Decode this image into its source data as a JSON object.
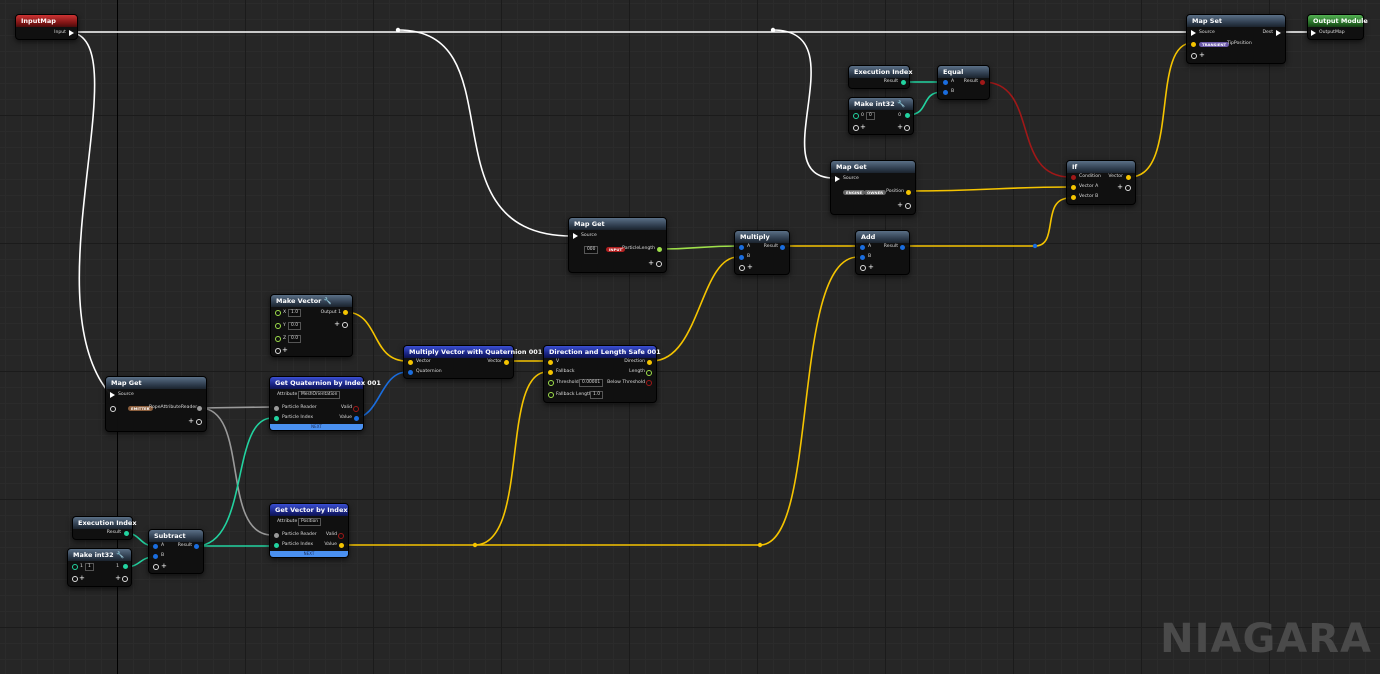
{
  "colors": {
    "exec_wire": "#ffffff",
    "vector_wire": "#f5c400",
    "int_wire": "#22d3a0",
    "float_wire": "#9fe04a",
    "bool_wire": "#a01818",
    "quat_wire": "#1a6dde",
    "attr_wire": "#9a9a9a"
  },
  "brand": "NIAGARA",
  "nodes": {
    "input_map": {
      "title": "InputMap",
      "out": "Input"
    },
    "output_module": {
      "title": "Output Module",
      "in": "OutputMap"
    },
    "map_set": {
      "title": "Map Set",
      "source": "Source",
      "dest": "Dest",
      "tag": "TRANSIENT",
      "pin": "TipPosition"
    },
    "map_get_top": {
      "title": "Map Get",
      "source": "Source",
      "tag1": "ENGINE",
      "tag2": "OWNER",
      "pin": "Position"
    },
    "map_get_mid": {
      "title": "Map Get",
      "source": "Source",
      "box": "000",
      "tag": "INPUT",
      "pin": "ParticleLength"
    },
    "map_get_left": {
      "title": "Map Get",
      "source": "Source",
      "tag": "EMITTER",
      "pin": "RopeAttributeReader"
    },
    "exec_index_top": {
      "title": "Execution Index",
      "result": "Result"
    },
    "make_int_top": {
      "title": "Make int32",
      "in": "0",
      "in_val": "0",
      "out": "0"
    },
    "equal": {
      "title": "Equal",
      "a": "A",
      "b": "B",
      "result": "Result"
    },
    "if": {
      "title": "If",
      "condition": "Condition",
      "va": "Vector A",
      "vb": "Vector B",
      "vector": "Vector"
    },
    "multiply": {
      "title": "Multiply",
      "a": "A",
      "b": "B",
      "result": "Result"
    },
    "add": {
      "title": "Add",
      "a": "A",
      "b": "B",
      "result": "Result"
    },
    "make_vector": {
      "title": "Make Vector",
      "x": "X",
      "xv": "1.0",
      "y": "Y",
      "yv": "0.0",
      "z": "Z",
      "zv": "0.0",
      "out": "Output 1"
    },
    "mult_quat": {
      "title": "Multiply Vector with Quaternion 001",
      "vector": "Vector",
      "quat": "Quaternion",
      "out": "Vector"
    },
    "dir_len": {
      "title": "Direction and Length Safe 001",
      "v": "V",
      "fallback": "Fallback",
      "threshold": "Threshold",
      "threshold_v": "0.00001",
      "fallback_len": "Fallback Length",
      "fallback_len_v": "1.0",
      "direction": "Direction",
      "length": "Length",
      "below": "Below Threshold"
    },
    "get_quat": {
      "title": "Get Quaternion by Index 001",
      "attr": "Attribute",
      "attr_v": "MeshOrientation",
      "reader": "Particle Reader",
      "index": "Particle Index",
      "valid": "Valid",
      "value": "Value",
      "stripe": "NEXT"
    },
    "get_vec": {
      "title": "Get Vector by Index",
      "attr": "Attribute",
      "attr_v": "Position",
      "reader": "Particle Reader",
      "index": "Particle Index",
      "valid": "Valid",
      "value": "Value",
      "stripe": "NEXT"
    },
    "exec_index_bot": {
      "title": "Execution Index",
      "result": "Result"
    },
    "make_int_bot": {
      "title": "Make int32",
      "in": "1",
      "in_val": "1",
      "out": "1"
    },
    "subtract": {
      "title": "Subtract",
      "a": "A",
      "b": "B",
      "result": "Result"
    }
  }
}
